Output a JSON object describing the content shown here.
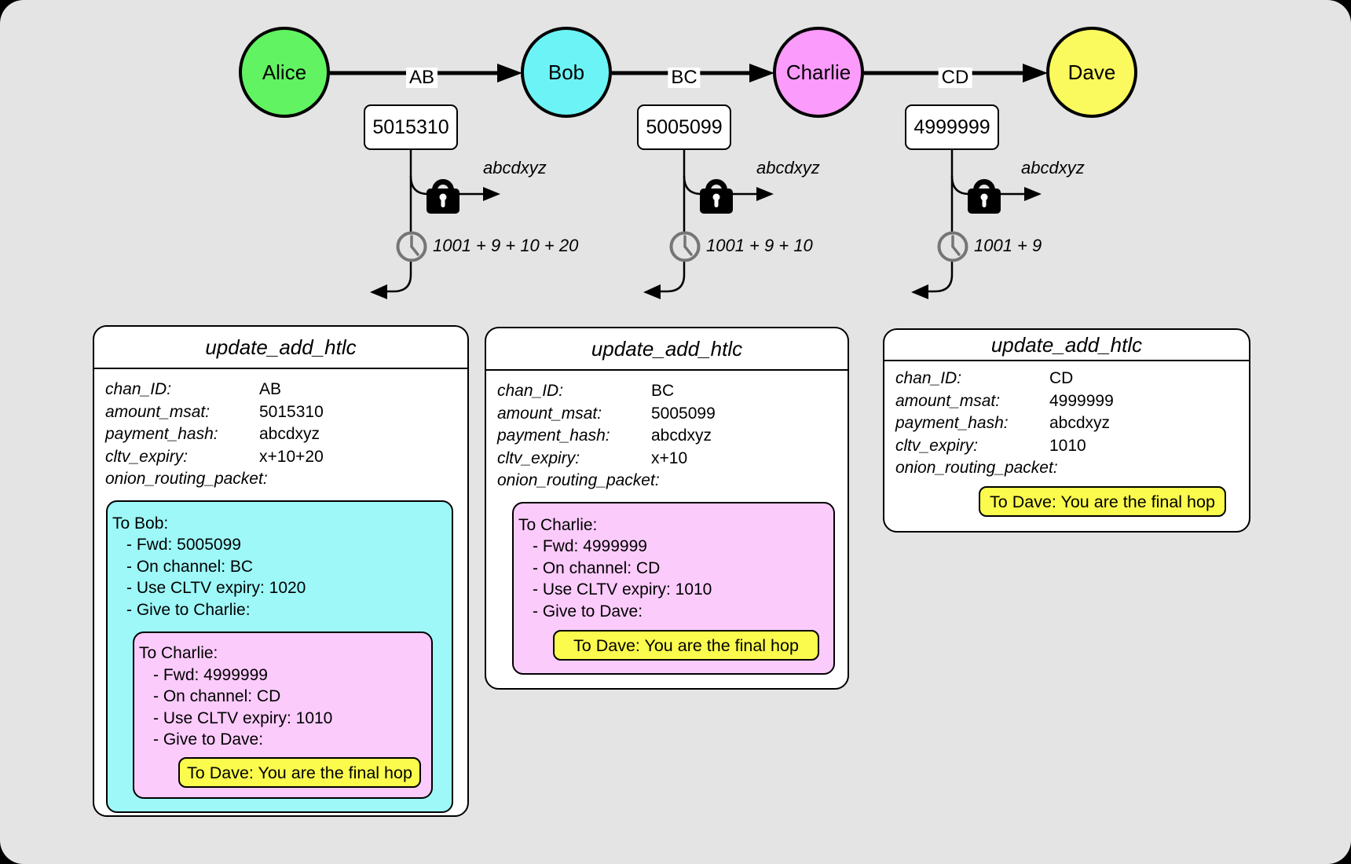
{
  "colors": {
    "background": "#e4e4e4",
    "node_alice": "#62f362",
    "node_bob": "#6cf3f6",
    "node_charlie": "#fb9bfb",
    "node_dave": "#fafa5e",
    "packet_cyan": "#9ef8f8",
    "packet_pink": "#fbcbfb",
    "packet_yellow": "#fbfb4e"
  },
  "diagram": {
    "nodes": [
      {
        "label": "Alice"
      },
      {
        "label": "Bob"
      },
      {
        "label": "Charlie"
      },
      {
        "label": "Dave"
      }
    ],
    "channels": [
      {
        "label": "AB"
      },
      {
        "label": "BC"
      },
      {
        "label": "CD"
      }
    ],
    "htlcs": [
      {
        "amount": "5015310",
        "payment_hash": "abcdxyz",
        "cltv": "1001 + 9 + 10 + 20"
      },
      {
        "amount": "5005099",
        "payment_hash": "abcdxyz",
        "cltv": "1001 + 9 + 10"
      },
      {
        "amount": "4999999",
        "payment_hash": "abcdxyz",
        "cltv": "1001 + 9"
      }
    ]
  },
  "messages": [
    {
      "title": "update_add_htlc",
      "fields": [
        {
          "name": "chan_ID:",
          "value": "AB"
        },
        {
          "name": "amount_msat:",
          "value": "5015310"
        },
        {
          "name": "payment_hash:",
          "value": "abcdxyz"
        },
        {
          "name": "cltv_expiry:",
          "value": "x+10+20"
        },
        {
          "name": "onion_routing_packet:",
          "value": ""
        }
      ],
      "onion": {
        "header": "To Bob:",
        "items": [
          "- Fwd: 5005099",
          "- On channel: BC",
          "- Use CLTV expiry: 1020",
          "- Give to Charlie:"
        ],
        "inner": {
          "header": "To Charlie:",
          "items": [
            "- Fwd: 4999999",
            "- On channel: CD",
            "- Use CLTV expiry: 1010",
            "- Give to Dave:"
          ],
          "final": "To Dave: You are the final hop"
        }
      }
    },
    {
      "title": "update_add_htlc",
      "fields": [
        {
          "name": "chan_ID:",
          "value": "BC"
        },
        {
          "name": "amount_msat:",
          "value": "5005099"
        },
        {
          "name": "payment_hash:",
          "value": "abcdxyz"
        },
        {
          "name": "cltv_expiry:",
          "value": "x+10"
        },
        {
          "name": "onion_routing_packet:",
          "value": ""
        }
      ],
      "onion": {
        "header": "To Charlie:",
        "items": [
          "- Fwd: 4999999",
          "- On channel: CD",
          "- Use CLTV expiry: 1010",
          "- Give to Dave:"
        ],
        "final": "To Dave: You are the final hop"
      }
    },
    {
      "title": "update_add_htlc",
      "fields": [
        {
          "name": "chan_ID:",
          "value": "CD"
        },
        {
          "name": "amount_msat:",
          "value": "4999999"
        },
        {
          "name": "payment_hash:",
          "value": "abcdxyz"
        },
        {
          "name": "cltv_expiry:",
          "value": "1010"
        },
        {
          "name": "onion_routing_packet:",
          "value": ""
        }
      ],
      "onion": {
        "final": "To Dave: You are the final hop"
      }
    }
  ]
}
